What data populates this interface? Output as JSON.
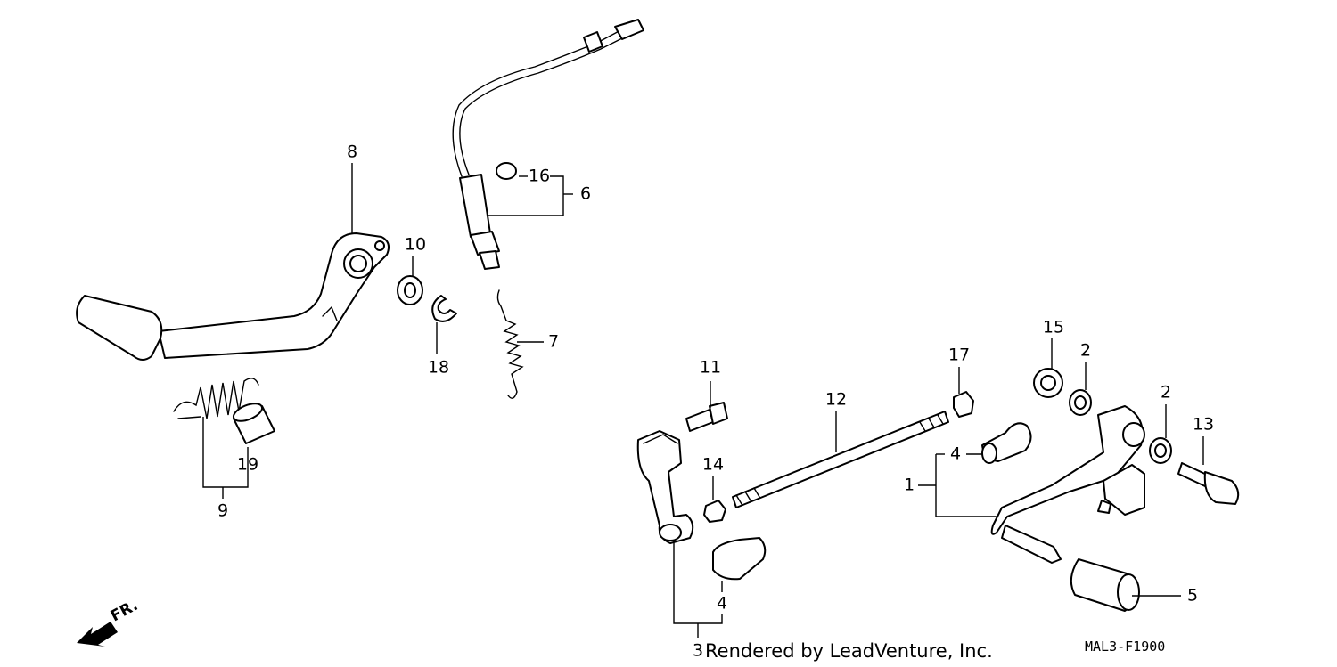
{
  "callouts": {
    "c1": "1",
    "c2a": "2",
    "c2b": "2",
    "c3": "3",
    "c4a": "4",
    "c4b": "4",
    "c5": "5",
    "c6": "6",
    "c7": "7",
    "c8": "8",
    "c9": "9",
    "c10": "10",
    "c11": "11",
    "c12": "12",
    "c13": "13",
    "c14": "14",
    "c15": "15",
    "c16": "16",
    "c17": "17",
    "c18": "18",
    "c19": "19"
  },
  "footer": {
    "credit": "Rendered by LeadVenture, Inc.",
    "diagram_code": "MAL3-F1900",
    "front_label": "FR."
  }
}
